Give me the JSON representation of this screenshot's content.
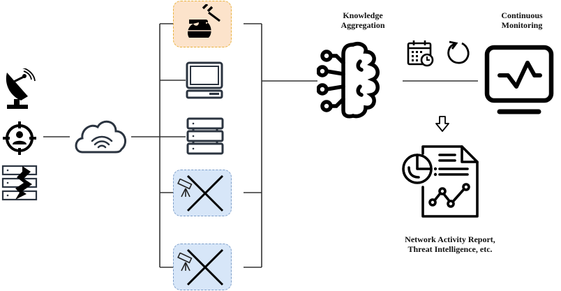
{
  "diagram": {
    "title": "Network monitoring pipeline",
    "sources": [
      {
        "name": "satellite-dish",
        "icon": "satellite-dish-icon"
      },
      {
        "name": "targeted-user",
        "icon": "target-user-icon"
      },
      {
        "name": "attacked-server",
        "icon": "server-attack-icon"
      }
    ],
    "network": {
      "name": "cloud-network",
      "icon": "cloud-wifi-icon"
    },
    "sensors": [
      {
        "name": "honeypot",
        "icon": "honeypot-icon",
        "status": "active",
        "highlight": "#fce3cb"
      },
      {
        "name": "workstation",
        "icon": "computer-icon",
        "status": "active"
      },
      {
        "name": "server",
        "icon": "server-rack-icon",
        "status": "active"
      },
      {
        "name": "telescope-1",
        "icon": "telescope-icon",
        "status": "disabled",
        "highlight": "#d7e6f8"
      },
      {
        "name": "telescope-2",
        "icon": "telescope-icon",
        "status": "disabled",
        "highlight": "#d7e6f8"
      }
    ],
    "stages": {
      "aggregation": {
        "label_line1": "Knowledge",
        "label_line2": "Aggregation",
        "icon": "brain-circuit-icon"
      },
      "monitoring": {
        "label_line1": "Continuous",
        "label_line2": "Monitoring",
        "icon": "monitor-pulse-icon"
      },
      "schedule_icons": [
        "calendar-clock-icon",
        "refresh-icon"
      ],
      "output": {
        "label_line1": "Network Activity Report,",
        "label_line2": "Threat Intelligence, etc.",
        "icon": "report-document-icon"
      }
    },
    "colors": {
      "line": "#333333",
      "icon_dark": "#2b3440",
      "honeypot_fill": "#fce3cb",
      "honeypot_border": "#e8b23a",
      "telescope_fill": "#d7e6f8",
      "telescope_border": "#7d9ec9"
    }
  }
}
